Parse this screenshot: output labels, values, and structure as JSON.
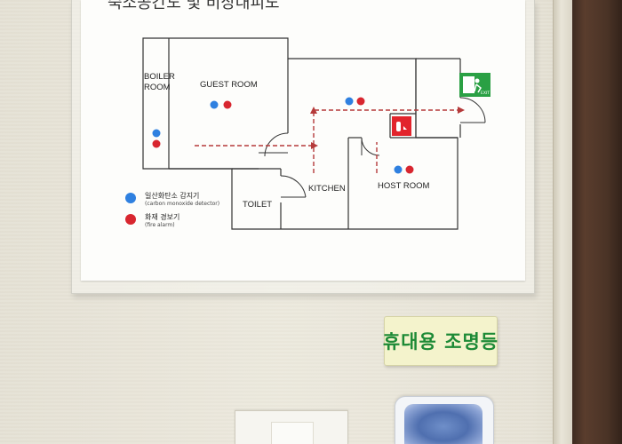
{
  "sheet": {
    "title": "숙소공간도 및 비상대피도"
  },
  "floor_plan": {
    "rooms": [
      {
        "id": "boiler",
        "label_line1": "BOILER",
        "label_line2": "ROOM"
      },
      {
        "id": "guest",
        "label": "GUEST ROOM"
      },
      {
        "id": "toilet",
        "label": "TOILET"
      },
      {
        "id": "kitchen",
        "label": "KITCHEN"
      },
      {
        "id": "host",
        "label": "HOST ROOM"
      }
    ],
    "exit_sign_label": "EXIT"
  },
  "legend": [
    {
      "id": "co",
      "label_ko": "일산화탄소 감지기",
      "label_en": "(carbon monoxide detector)",
      "color": "#2f80e0"
    },
    {
      "id": "fire",
      "label_ko": "화재 경보기",
      "label_en": "(fire alarm)",
      "color": "#d8262f"
    }
  ],
  "wall_sign": {
    "text": "휴대용 조명등",
    "color": "#1d8a36"
  },
  "colors": {
    "route": "#b53a3a",
    "exit_green": "#2aa044",
    "extinguisher_red": "#e2242c"
  }
}
